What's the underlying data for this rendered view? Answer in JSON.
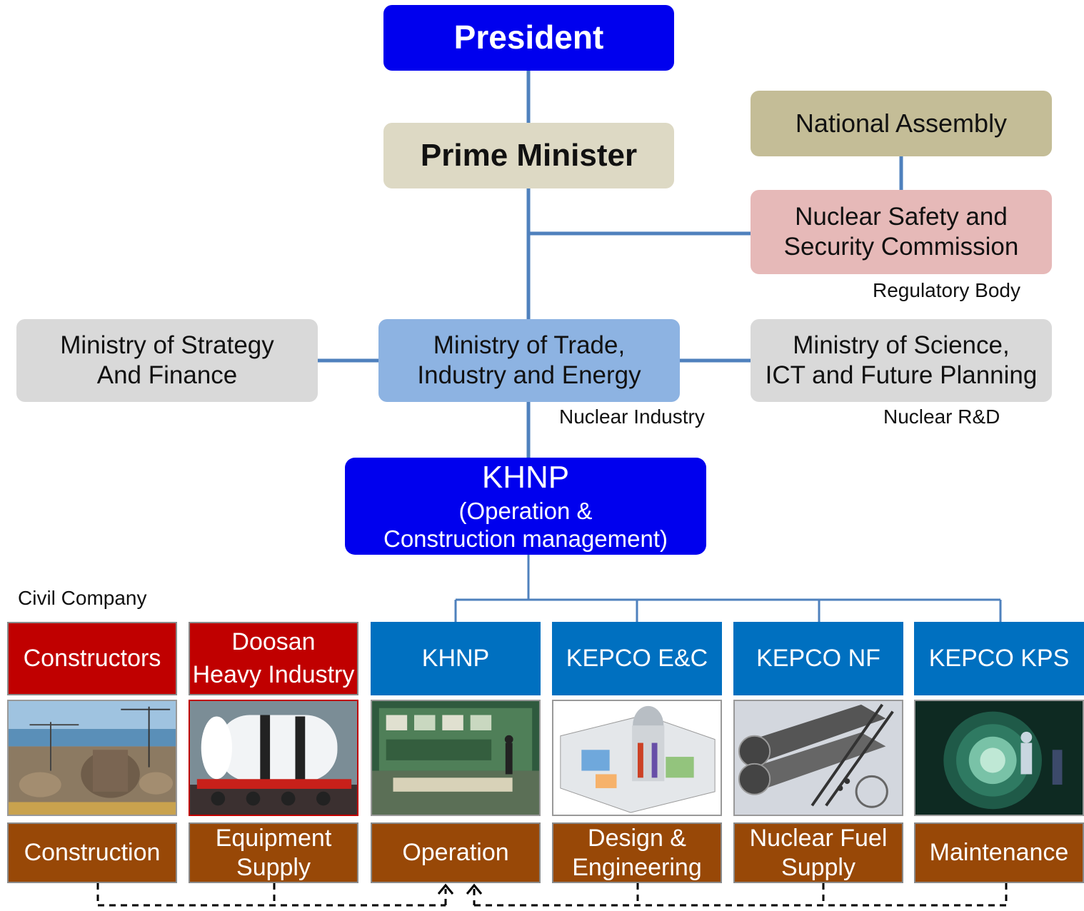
{
  "top": {
    "president": "President",
    "prime_minister": "Prime Minister",
    "national_assembly": "National Assembly",
    "nssc": [
      "Nuclear Safety and",
      "Security Commission"
    ],
    "regulatory_label": "Regulatory Body"
  },
  "ministries": {
    "strategy_finance": [
      "Ministry of Strategy",
      "And Finance"
    ],
    "trade_industry_energy": [
      "Ministry of Trade,",
      "Industry and Energy"
    ],
    "science_ict": [
      "Ministry of  Science,",
      "ICT and Future Planning"
    ],
    "nuclear_industry_label": "Nuclear Industry",
    "nuclear_rd_label": "Nuclear R&D"
  },
  "khnp_main": [
    "KHNP",
    "(Operation &",
    "Construction management)"
  ],
  "civil_company_label": "Civil Company",
  "companies": [
    {
      "name": [
        "Constructors"
      ],
      "role": [
        "Construction"
      ],
      "kind": "civil",
      "photo": "construction-site-photo"
    },
    {
      "name": [
        "Doosan",
        "Heavy Industry"
      ],
      "role": [
        "Equipment",
        "Supply"
      ],
      "kind": "civil",
      "photo": "reactor-vessel-photo"
    },
    {
      "name": [
        "KHNP"
      ],
      "role": [
        "Operation"
      ],
      "kind": "public",
      "photo": "control-room-photo"
    },
    {
      "name": [
        "KEPCO E&C"
      ],
      "role": [
        "Design &",
        "Engineering"
      ],
      "kind": "public",
      "photo": "plant-cutaway-photo"
    },
    {
      "name": [
        "KEPCO NF"
      ],
      "role": [
        "Nuclear Fuel",
        "Supply"
      ],
      "kind": "public",
      "photo": "fuel-assembly-photo"
    },
    {
      "name": [
        "KEPCO KPS"
      ],
      "role": [
        "Maintenance"
      ],
      "kind": "public",
      "photo": "maintenance-photo"
    }
  ],
  "colors": {
    "top_blue": "#0000ee",
    "connector": "#4f81bd",
    "civil_red": "#c00000",
    "public_blue": "#0070c0",
    "role_brown": "#984807"
  }
}
